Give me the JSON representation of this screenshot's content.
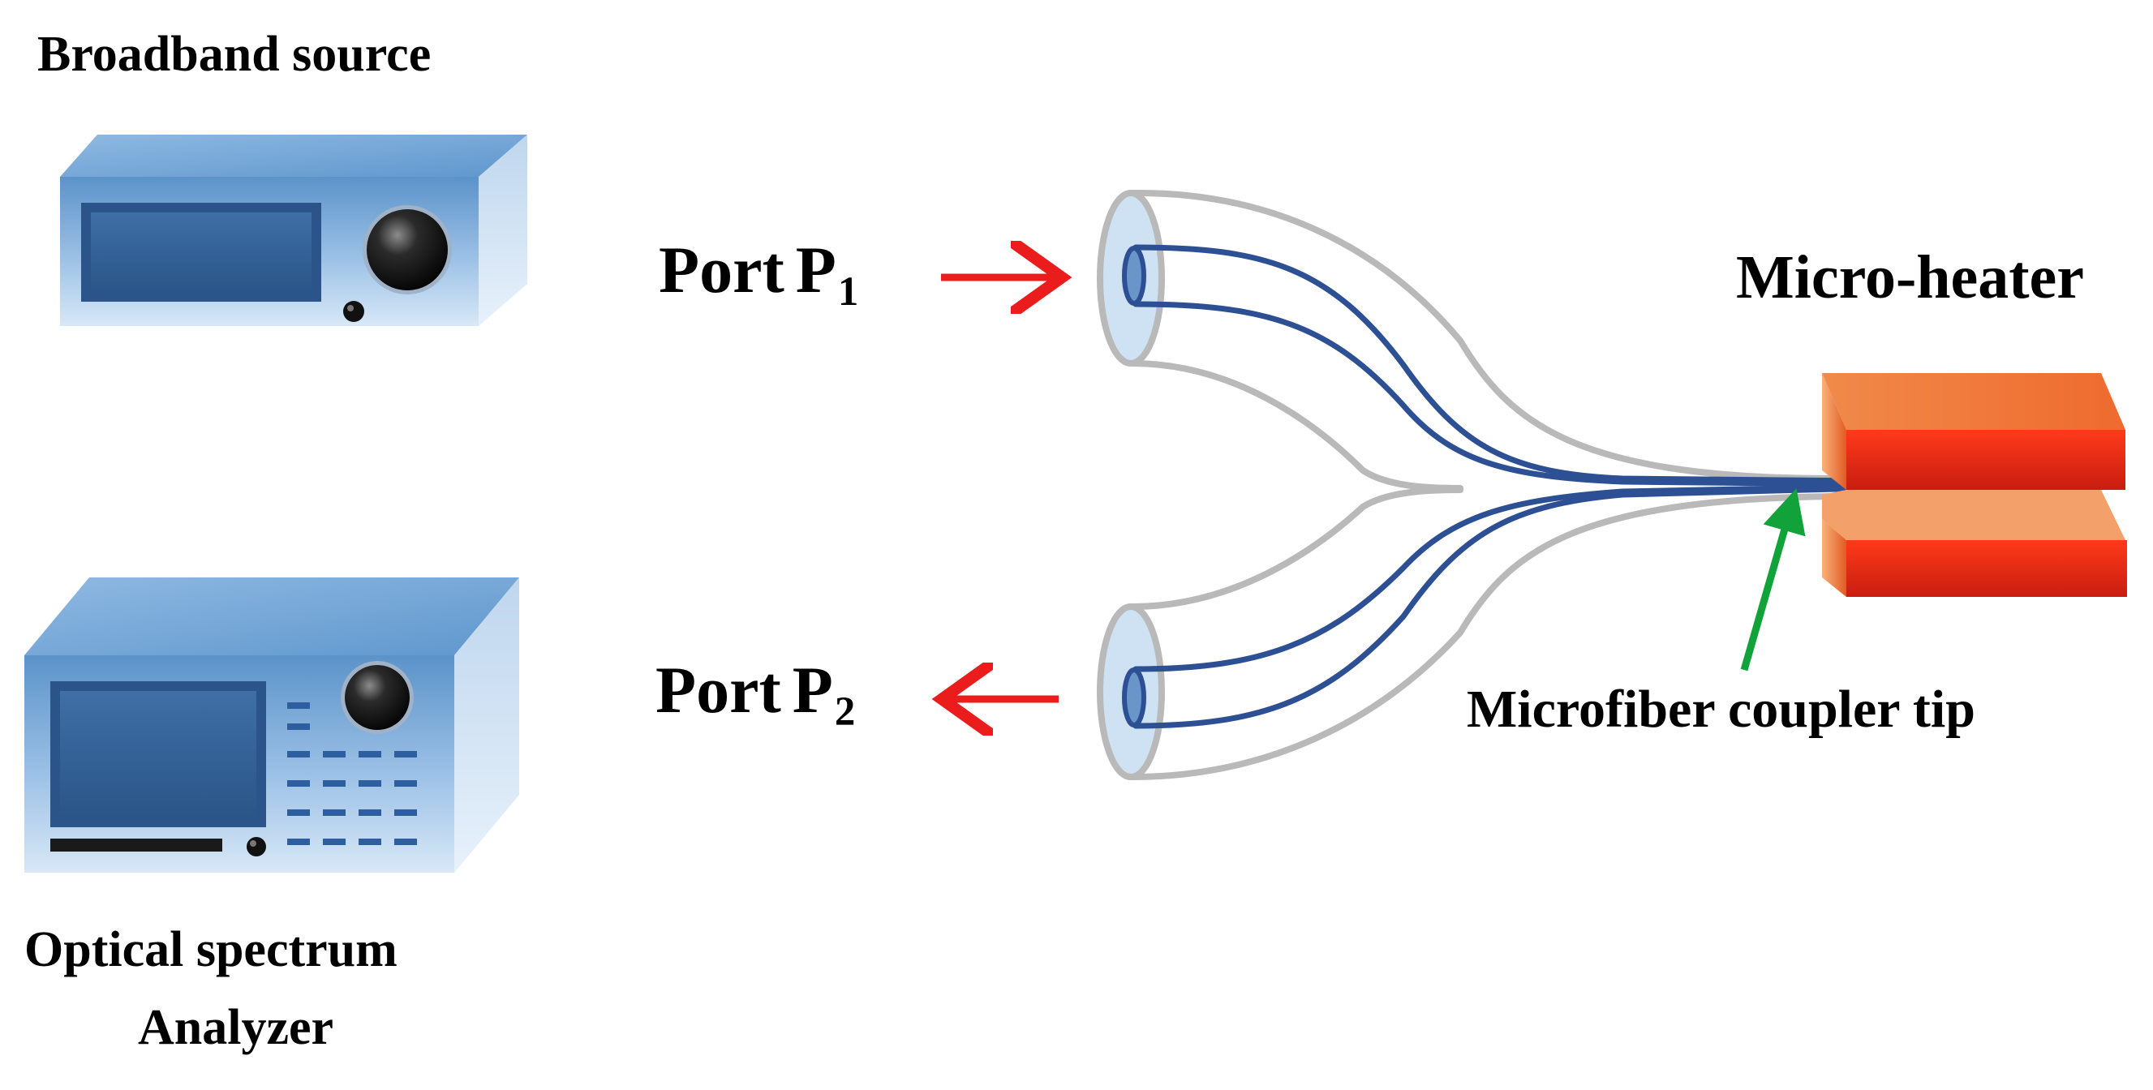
{
  "labels": {
    "broadband_source": "Broadband source",
    "osa_line1": "Optical spectrum",
    "osa_line2": "Analyzer",
    "port1_main": "Port",
    "port1_letter": "P",
    "port1_sub": "1",
    "port2_main": "Port",
    "port2_letter": "P",
    "port2_sub": "2",
    "micro_heater": "Micro-heater",
    "coupler_tip": "Microfiber coupler tip"
  },
  "colors": {
    "device_blue": "#6fa3d4",
    "screen_blue": "#2f5e93",
    "fiber_blue": "#2d4f93",
    "cladding_gray": "#b9b9b9",
    "arrow_red": "#ea1c1c",
    "arrow_green": "#12a23a",
    "heater_red": "#e53a1e",
    "heater_orange": "#f2823b"
  },
  "icons": [
    "broadband-source-device",
    "optical-spectrum-analyzer-device",
    "micro-heater-block"
  ]
}
